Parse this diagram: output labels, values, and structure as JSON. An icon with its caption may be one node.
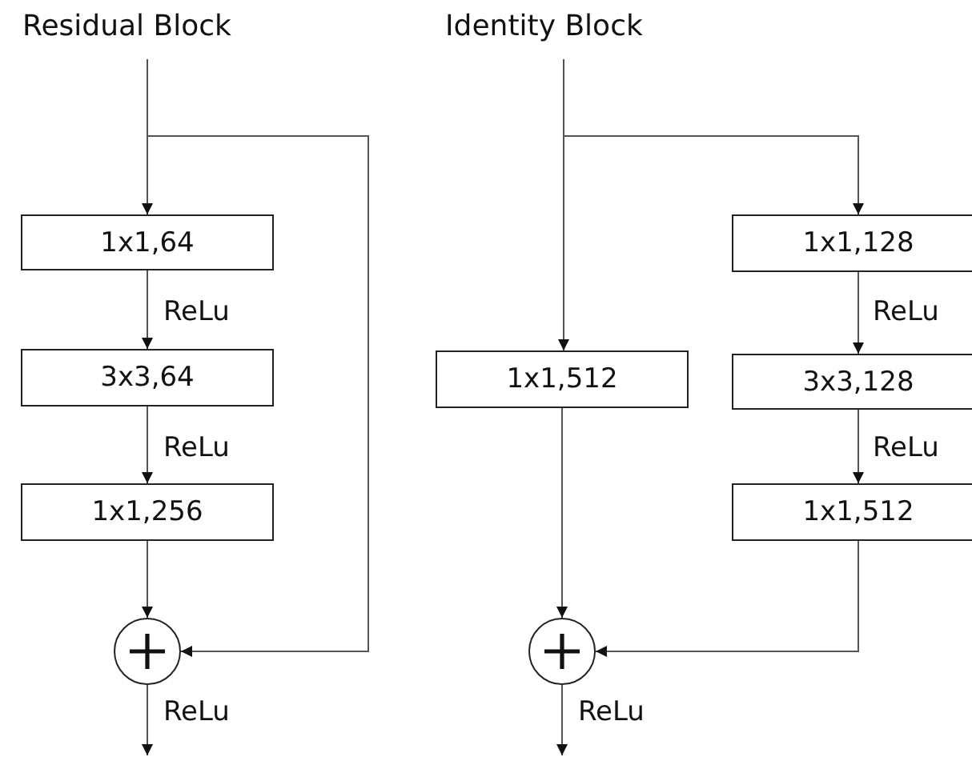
{
  "diagram": {
    "nodes": [
      {
        "text": [
          "1x1,64"
        ]
      },
      {
        "text": [
          "3x3,64"
        ]
      },
      {
        "text": [
          "1x1,256"
        ]
      },
      {
        "text": [],
        "shape": "circle"
      },
      {
        "text": [
          "1x1,512"
        ]
      },
      {
        "text": [
          "1x1,128"
        ]
      },
      {
        "text": [
          "3x3,128"
        ]
      },
      {
        "text": [
          "1x1,512"
        ]
      },
      {
        "text": [],
        "shape": "circle"
      }
    ],
    "edges": [
      {
        "from": null,
        "to": 0,
        "arrow": "to"
      },
      {
        "from": null,
        "to": 3,
        "arrow": "to"
      },
      {
        "from": 0,
        "to": 1,
        "arrow": "to",
        "label": "ReLu"
      },
      {
        "from": 1,
        "to": 2,
        "arrow": "to",
        "label": "ReLu"
      },
      {
        "from": 2,
        "to": 3,
        "arrow": "to"
      },
      {
        "from": 3,
        "to": null,
        "arrow": "to",
        "label": "ReLu"
      },
      {
        "from": null,
        "to": 4,
        "arrow": "to"
      },
      {
        "from": null,
        "to": 5,
        "arrow": "to"
      },
      {
        "from": 4,
        "to": 8,
        "arrow": "to"
      },
      {
        "from": 5,
        "to": 6,
        "arrow": "to",
        "label": "ReLu"
      },
      {
        "from": 6,
        "to": 7,
        "arrow": "to",
        "label": "ReLu"
      },
      {
        "from": 7,
        "to": 8,
        "arrow": "to"
      },
      {
        "from": 8,
        "to": null,
        "arrow": "to",
        "label": "ReLu"
      }
    ],
    "labels": [
      "Residual Block",
      "Identity Block"
    ]
  }
}
